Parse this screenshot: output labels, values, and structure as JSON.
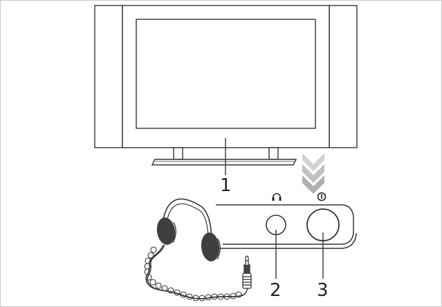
{
  "callouts": {
    "tv": "1",
    "headphone_jack": "2",
    "power_button": "3"
  },
  "icons": {
    "headphone": "headphone-icon",
    "power": "power-icon",
    "arrow": "arrow-down-icon"
  },
  "colors": {
    "line": "#333333",
    "cushion": "#3f3f3f",
    "arrow": "#c9c9c9",
    "frame": "#c9c9c9"
  }
}
